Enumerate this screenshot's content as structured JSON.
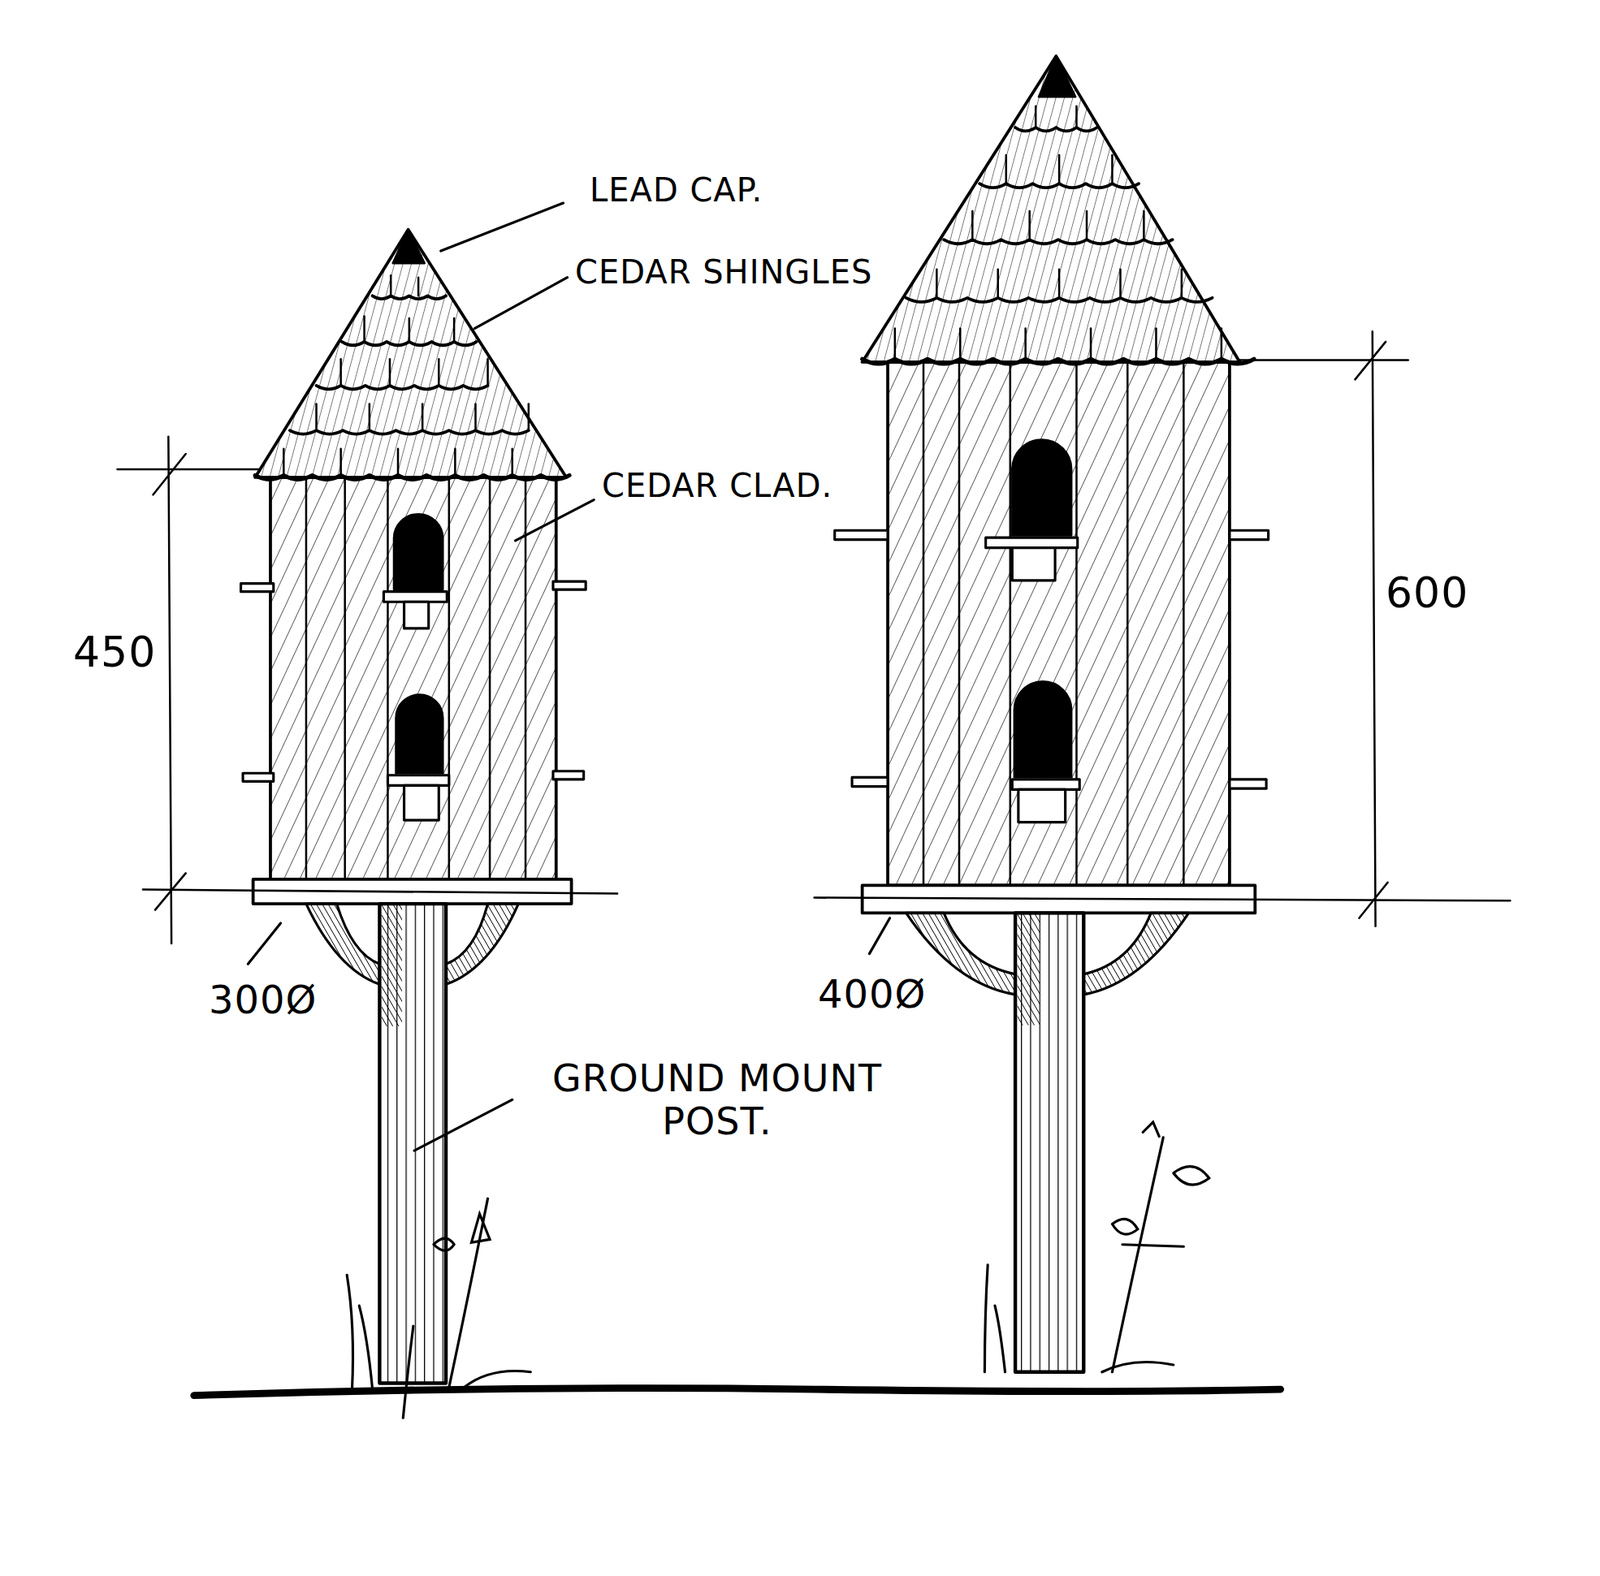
{
  "diagram": {
    "labels": [
      "LEAD CAP.",
      "CEDAR SHINGLES",
      "CEDAR CLAD.",
      "450",
      "300Ø",
      "GROUND MOUNT POST.",
      "400Ø",
      "600"
    ]
  }
}
